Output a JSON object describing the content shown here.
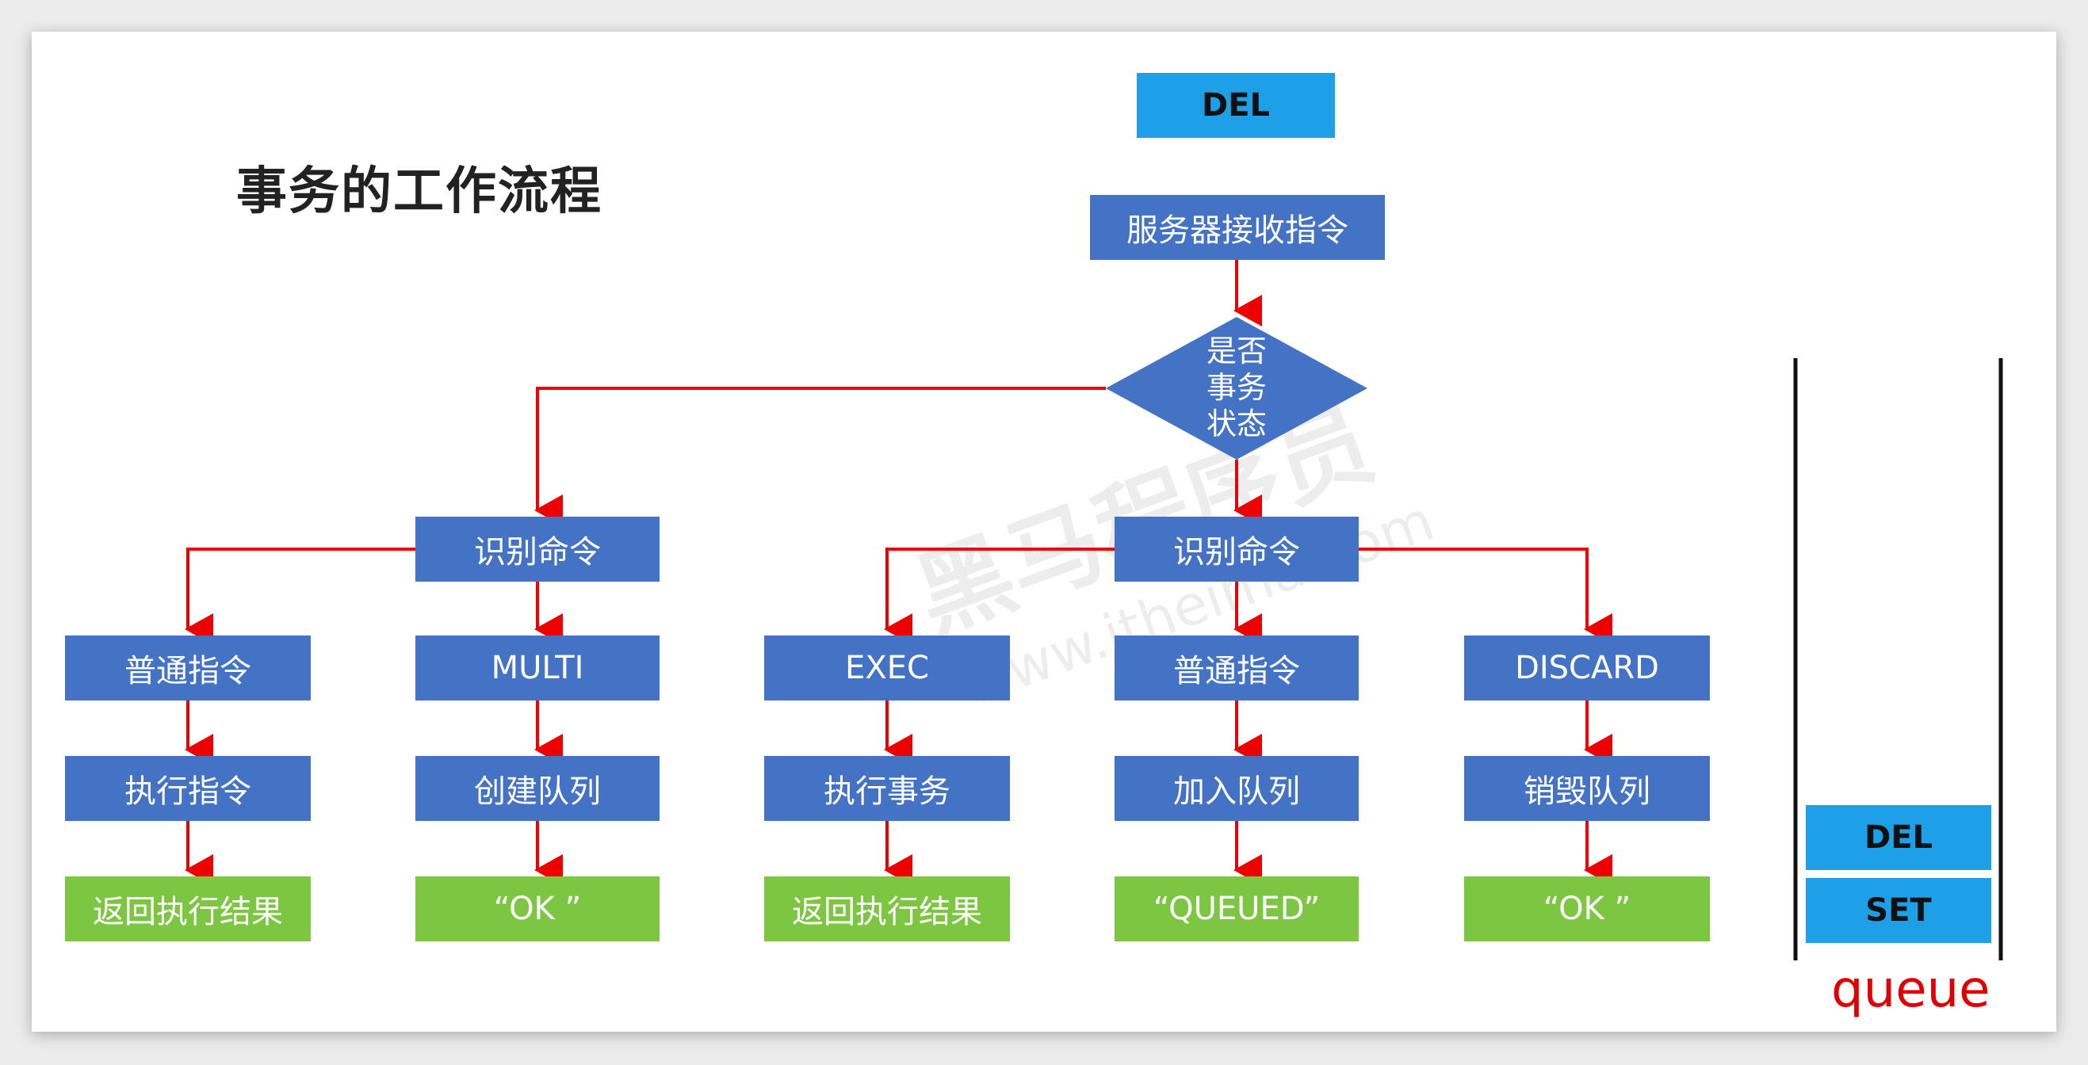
{
  "title": "事务的工作流程",
  "top_command": "DEL",
  "receive": "服务器接收指令",
  "decision": [
    "是否",
    "事务",
    "状态"
  ],
  "left_identify": "识别命令",
  "right_identify": "识别命令",
  "columns": [
    {
      "cmd": "普通指令",
      "action": "执行指令",
      "result": "返回执行结果"
    },
    {
      "cmd": "MULTI",
      "action": "创建队列",
      "result": "“OK ”"
    },
    {
      "cmd": "EXEC",
      "action": "执行事务",
      "result": "返回执行结果"
    },
    {
      "cmd": "普通指令",
      "action": "加入队列",
      "result": "“QUEUED”"
    },
    {
      "cmd": "DISCARD",
      "action": "销毁队列",
      "result": "“OK ”"
    }
  ],
  "queue": {
    "items": [
      "DEL",
      "SET"
    ],
    "label": "queue"
  },
  "watermark": {
    "brand": "黑马程序员",
    "url": "www.itheima.com"
  },
  "colors": {
    "blue": "#4472c4",
    "green": "#7dc642",
    "cyan": "#1ea0e8",
    "arrow": "#ee0000"
  }
}
